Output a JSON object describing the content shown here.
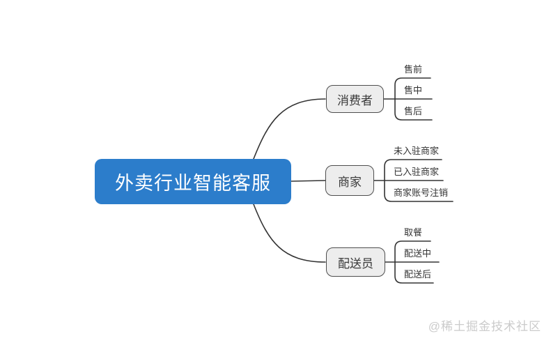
{
  "diagram": {
    "root": {
      "label": "外卖行业智能客服",
      "fill_color": "#2c7dcb",
      "text_color": "#ffffff"
    },
    "branches": [
      {
        "label": "消费者",
        "children": [
          "售前",
          "售中",
          "售后"
        ]
      },
      {
        "label": "商家",
        "children": [
          "未入驻商家",
          "已入驻商家",
          "商家账号注销"
        ]
      },
      {
        "label": "配送员",
        "children": [
          "取餐",
          "配送中",
          "配送后"
        ]
      }
    ],
    "branch_fill_color": "#ededed",
    "branch_border_color": "#4d4d4d",
    "line_color": "#333333"
  },
  "watermark": {
    "text": "@稀土掘金技术社区",
    "color": "#cbcbcb"
  }
}
